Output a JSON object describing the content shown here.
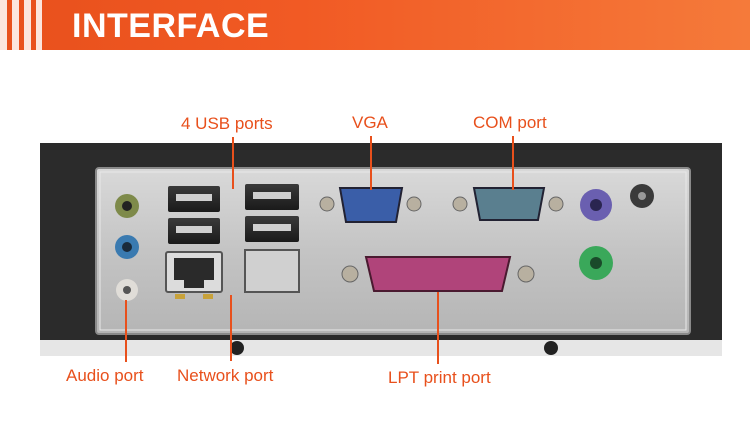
{
  "banner": {
    "title": "INTERFACE"
  },
  "labels": {
    "usb": "4 USB ports",
    "vga": "VGA",
    "com": "COM port",
    "audio": "Audio port",
    "network": "Network port",
    "lpt": "LPT print port"
  },
  "colors": {
    "accent": "#e8501c",
    "vga_connector": "#3a5ea8",
    "com_connector": "#5a7f8f",
    "lpt_connector": "#b0447a",
    "ps2_keyboard": "#6a5fb0",
    "ps2_mouse": "#3aa85a",
    "audio_in": "#3a7ab0",
    "audio_line": "#8a9a5a"
  }
}
